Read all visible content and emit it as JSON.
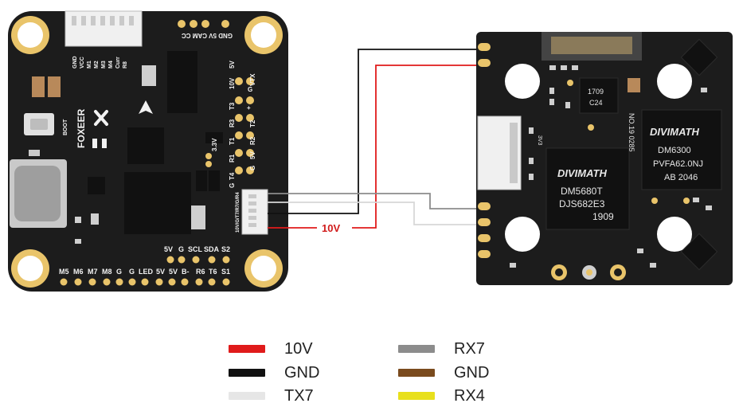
{
  "fc_board": {
    "brand": "FOXEER",
    "boot_label": "BOOT",
    "top_conn_labels": [
      "GND",
      "VCC",
      "M1",
      "M2",
      "M3",
      "M4",
      "Curr",
      "R8"
    ],
    "top_pad_labels": "GND 5V CAM CC",
    "right_col_labels": [
      "10V",
      "+",
      "5V",
      "G",
      "VTX",
      "T3",
      "R3",
      "T1",
      "R1",
      "T2",
      "R2",
      "5V",
      "G",
      "T4",
      "G"
    ],
    "voltage_label": "3.3V",
    "vtx_conn_label": "10V/G/T7/R7/G/R4",
    "bottom_upper_labels": [
      "5V",
      "G",
      "SCL",
      "SDA",
      "S2"
    ],
    "bottom_lower_labels": [
      "M5",
      "M6",
      "M7",
      "M8",
      "G",
      "G",
      "LED",
      "5V",
      "5V",
      "B-",
      "R6",
      "T6",
      "S1"
    ]
  },
  "vtx_board": {
    "chip_main": [
      "DIVIMATH",
      "DM5680T",
      "DJS682E3",
      "1909"
    ],
    "chip_side": [
      "DIVIMATH",
      "DM6300",
      "PVFA62.0NJ",
      "AB 2046"
    ],
    "chip_small": [
      "1709",
      "C24"
    ],
    "serial": "NO.19 0285",
    "r3_label": "3V3"
  },
  "wire_label": "10V",
  "legend": [
    {
      "label": "10V",
      "color": "#e01b1b"
    },
    {
      "label": "GND",
      "color": "#111111"
    },
    {
      "label": "TX7",
      "color": "#e6e6e6"
    },
    {
      "label": "RX7",
      "color": "#8c8c8c"
    },
    {
      "label": "GND",
      "color": "#7a4b1e"
    },
    {
      "label": "RX4",
      "color": "#e8e01c"
    }
  ]
}
